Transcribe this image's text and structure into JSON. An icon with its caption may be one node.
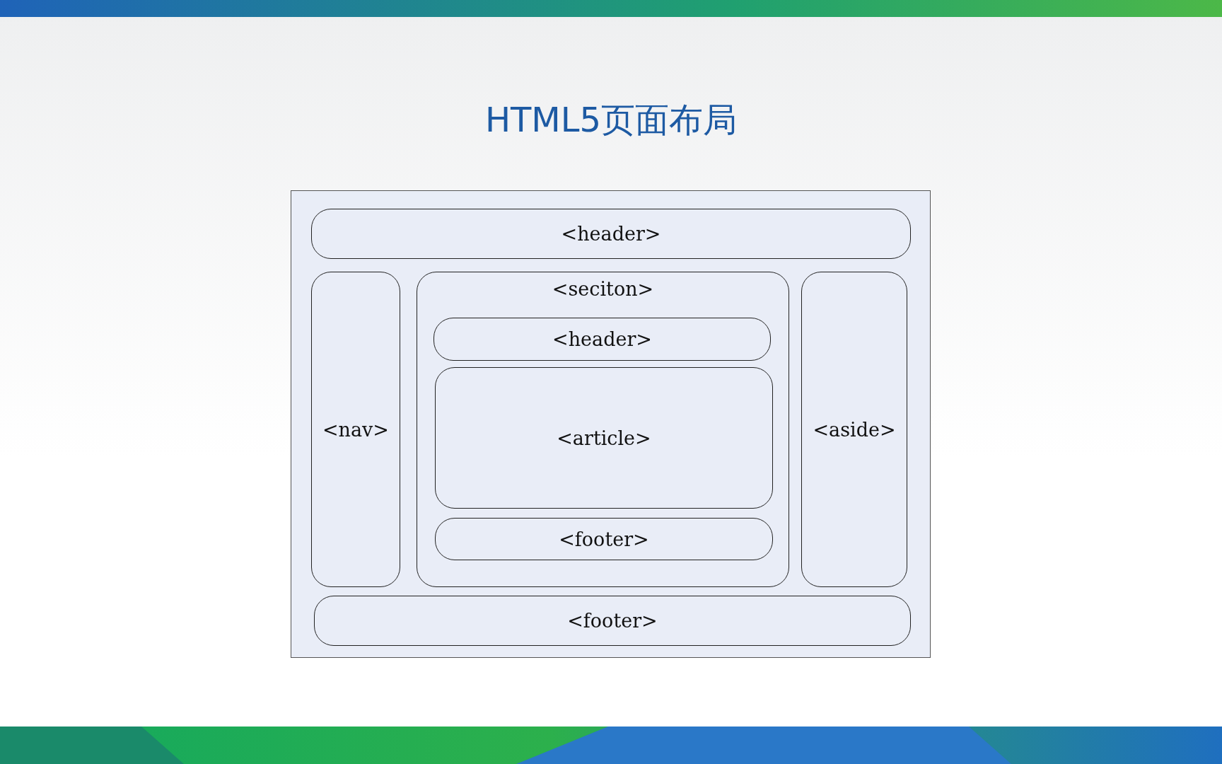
{
  "diagram": {
    "title": "HTML5页面布局",
    "nodes": [
      {
        "text": [],
        "shape": "box"
      },
      {
        "text": [
          "<header>"
        ],
        "in": 0
      },
      {
        "text": [
          "<nav>"
        ],
        "in": 0
      },
      {
        "text": [
          "<seciton>"
        ],
        "in": 0
      },
      {
        "text": [
          "<header>"
        ],
        "in": 3
      },
      {
        "text": [
          "<article>"
        ],
        "in": 3
      },
      {
        "text": [
          "<footer>"
        ],
        "in": 3
      },
      {
        "text": [
          "<aside>"
        ],
        "in": 0
      },
      {
        "text": [
          "<footer>"
        ],
        "in": 0
      }
    ]
  }
}
